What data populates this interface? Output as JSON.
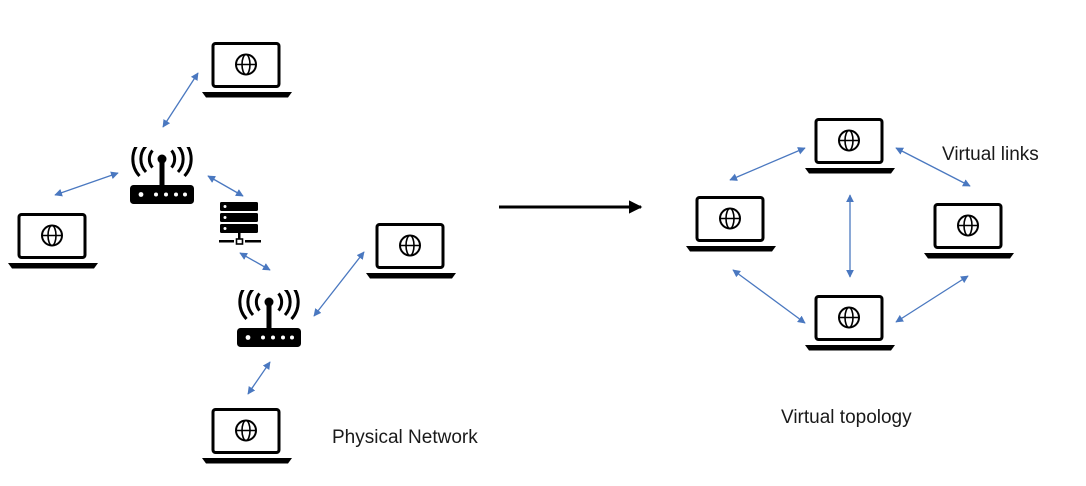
{
  "labels": {
    "physical_network": "Physical Network",
    "virtual_topology": "Virtual topology",
    "virtual_links": "Virtual links"
  },
  "colors": {
    "device": "#000000",
    "link": "#4a78c0",
    "main_arrow": "#000000"
  },
  "icons": {
    "laptop": "laptop-icon",
    "router": "wifi-router-icon",
    "server": "server-icon"
  }
}
